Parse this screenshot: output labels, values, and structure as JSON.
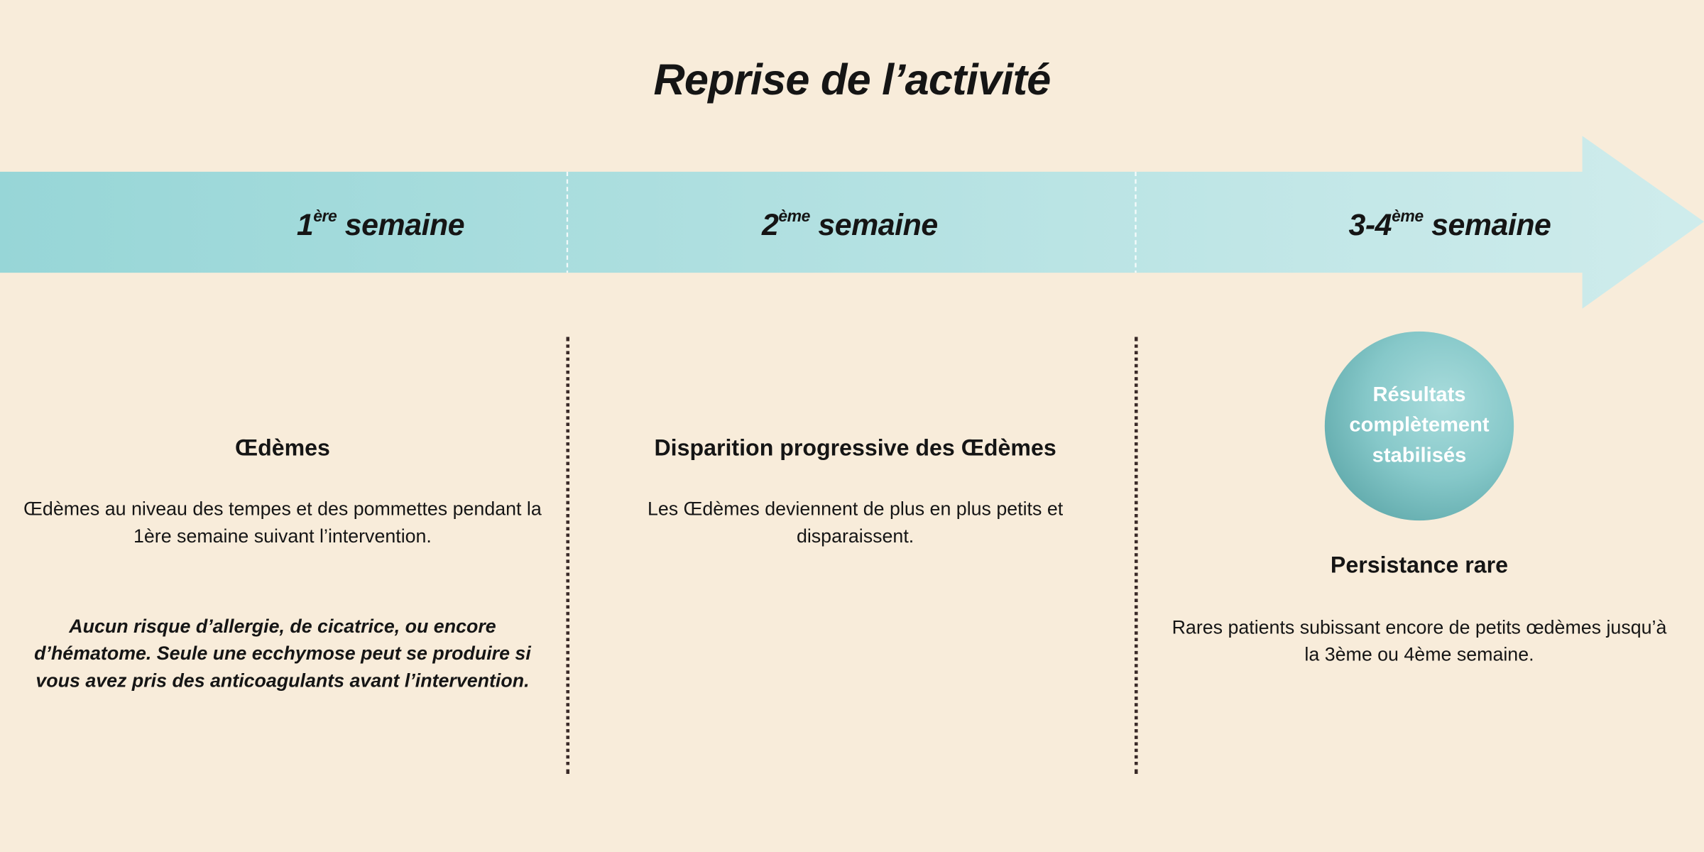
{
  "title": "Reprise de l’activité",
  "colors": {
    "background": "#f8ecda",
    "arrow_start": "#97d6d7",
    "arrow_end": "#cfecec",
    "badge": "#86c8c9"
  },
  "timeline": {
    "weeks": [
      {
        "prefix": "1",
        "sup": "ère",
        "suffix": " semaine"
      },
      {
        "prefix": "2",
        "sup": "ème",
        "suffix": " semaine"
      },
      {
        "prefix": "3-4",
        "sup": "ème",
        "suffix": " semaine"
      }
    ]
  },
  "columns": [
    {
      "heading": "Œdèmes",
      "text": "Œdèmes au niveau des tempes et des pommettes pendant la 1ère semaine suivant l’intervention.",
      "note": "Aucun risque d’allergie, de cicatrice, ou encore d’hématome. Seule une ecchymose peut se produire si vous avez pris des anticoagulants avant l’intervention."
    },
    {
      "heading": "Disparition progressive des Œdèmes",
      "text": "Les Œdèmes deviennent de plus en plus petits et disparaissent."
    },
    {
      "badge": "Résultats\ncomplètement\nstabilisés",
      "heading": "Persistance rare",
      "text": "Rares patients subissant encore de petits œdèmes jusqu’à la 3ème ou 4ème semaine."
    }
  ]
}
